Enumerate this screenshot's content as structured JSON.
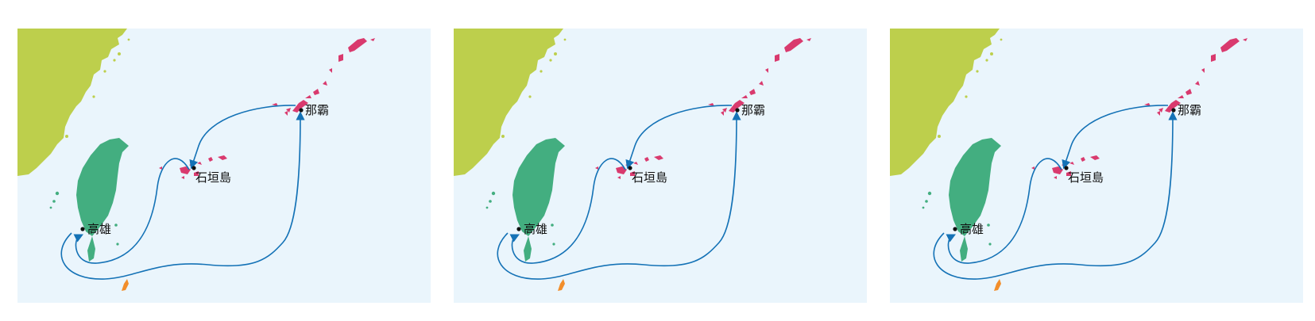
{
  "colors": {
    "sea": "#EAF5FC",
    "mainland": "#BDCF4C",
    "taiwan": "#43AE80",
    "ryukyu": "#D93A6E",
    "route": "#1472B6",
    "small_island": "#F28E2B",
    "port_dot": "#111111"
  },
  "panels": [
    {
      "ports": {
        "kaohsiung": "高雄",
        "ishigaki": "石垣島",
        "naha": "那霸"
      }
    },
    {
      "ports": {
        "kaohsiung": "高雄",
        "ishigaki": "石垣島",
        "naha": "那霸"
      }
    },
    {
      "ports": {
        "kaohsiung": "高雄",
        "ishigaki": "石垣島",
        "naha": "那霸"
      }
    }
  ]
}
